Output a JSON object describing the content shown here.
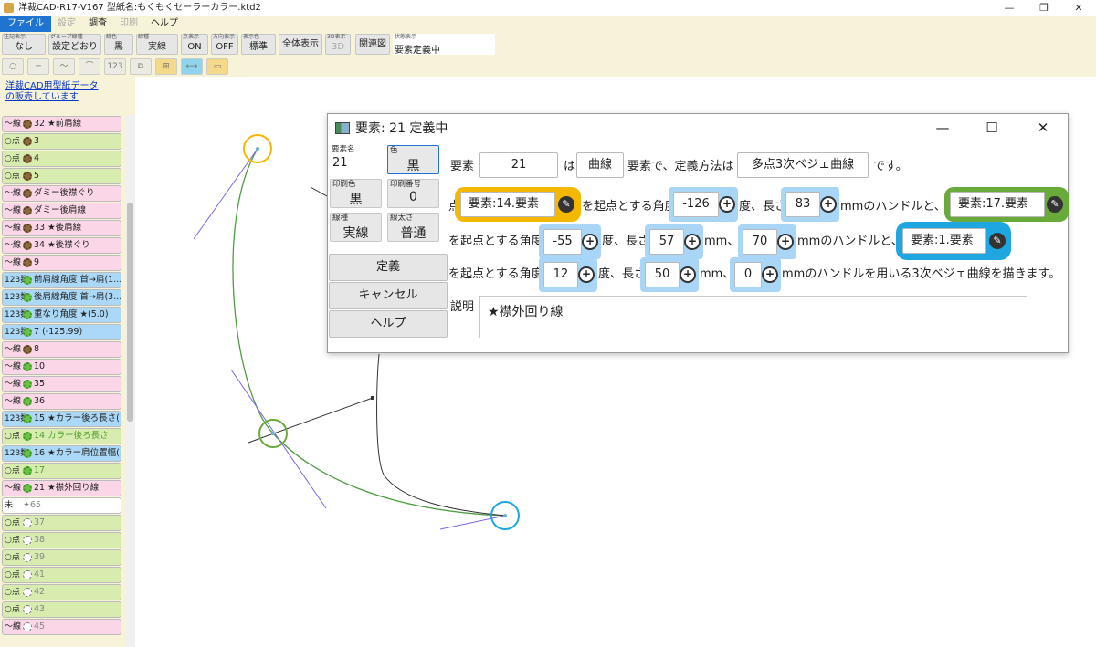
{
  "window": {
    "title": "洋裁CAD-R17-V167 型紙名:もくもくセーラーカラー.ktd2",
    "minimize": "—",
    "restore": "❐",
    "close": "✕"
  },
  "menu": {
    "file": "ファイル",
    "settings": "設定",
    "survey": "調査",
    "print": "印刷",
    "help": "ヘルプ"
  },
  "toolbar": [
    {
      "cap": "注記表示",
      "val": "なし"
    },
    {
      "cap": "グループ線種",
      "val": "設定どおり"
    },
    {
      "cap": "線色",
      "val": "黒"
    },
    {
      "cap": "線種",
      "val": "実線"
    },
    {
      "cap": "点表示",
      "val": "ON"
    },
    {
      "cap": "方向表示",
      "val": "OFF"
    },
    {
      "cap": "表示色",
      "val": "標準"
    },
    {
      "cap": "",
      "val": "全体表示"
    },
    {
      "cap": "3D表示",
      "val": "3D"
    },
    {
      "cap": "",
      "val": "関連図"
    }
  ],
  "status": {
    "cap": "状態表示",
    "val": "要素定義中"
  },
  "toolbar2": [
    "○",
    "─",
    "〜",
    "⌒",
    "123",
    "⧉",
    "⊞",
    "⟷",
    "▭"
  ],
  "ad": {
    "line1": "洋裁CAD用型紙データ",
    "line2": "の販売しています"
  },
  "elements": [
    {
      "kind": "〜線",
      "icon": "brown",
      "label": "32 ★前肩線",
      "type": "line"
    },
    {
      "kind": "○点",
      "icon": "brown",
      "label": "3",
      "type": "point"
    },
    {
      "kind": "○点",
      "icon": "brown",
      "label": "4",
      "type": "point"
    },
    {
      "kind": "○点",
      "icon": "brown",
      "label": "5",
      "type": "point"
    },
    {
      "kind": "〜線",
      "icon": "brown",
      "label": "ダミー後襟ぐり",
      "type": "line"
    },
    {
      "kind": "〜線",
      "icon": "brown",
      "label": "ダミー後肩線",
      "type": "line"
    },
    {
      "kind": "〜線",
      "icon": "brown",
      "label": "33 ★後肩線",
      "type": "line"
    },
    {
      "kind": "〜線",
      "icon": "brown",
      "label": "34 ★後襟ぐり",
      "type": "line"
    },
    {
      "kind": "〜線",
      "icon": "brown",
      "label": "9",
      "type": "line"
    },
    {
      "kind": "123数",
      "icon": "green",
      "label": "前肩線角度 首→肩(1...",
      "type": "num"
    },
    {
      "kind": "123数",
      "icon": "green",
      "label": "後肩線角度 首→肩(3...",
      "type": "num"
    },
    {
      "kind": "123数",
      "icon": "green",
      "label": "重なり角度 ★(5.0)",
      "type": "num"
    },
    {
      "kind": "123数",
      "icon": "green",
      "label": "7 (-125.99)",
      "type": "num"
    },
    {
      "kind": "〜線",
      "icon": "brown",
      "label": "8",
      "type": "line"
    },
    {
      "kind": "〜線",
      "icon": "green",
      "label": "10",
      "type": "line"
    },
    {
      "kind": "〜線",
      "icon": "green",
      "label": "35",
      "type": "line"
    },
    {
      "kind": "〜線",
      "icon": "green",
      "label": "36",
      "type": "line"
    },
    {
      "kind": "123数",
      "icon": "green",
      "label": "15 ★カラー後ろ長さ(1...",
      "type": "num"
    },
    {
      "kind": "○点",
      "icon": "green",
      "label": "14 カラー後ろ長さ",
      "type": "point",
      "lblcolor": "greent"
    },
    {
      "kind": "123数",
      "icon": "green",
      "label": "16 ★カラー肩位置幅(...",
      "type": "num"
    },
    {
      "kind": "○点",
      "icon": "green",
      "label": "17",
      "type": "point",
      "lblcolor": "greent"
    },
    {
      "kind": "〜線",
      "icon": "green",
      "label": "21 ★襟外回り線",
      "type": "line"
    },
    {
      "kind": "未",
      "icon": "",
      "label": "✦65",
      "type": "other",
      "lblcolor": "greyt"
    },
    {
      "kind": "○点",
      "icon": "grey",
      "label": "37",
      "type": "point",
      "lblcolor": "greyt"
    },
    {
      "kind": "○点",
      "icon": "grey",
      "label": "38",
      "type": "point",
      "lblcolor": "greyt"
    },
    {
      "kind": "○点",
      "icon": "grey",
      "label": "39",
      "type": "point",
      "lblcolor": "greyt"
    },
    {
      "kind": "○点",
      "icon": "grey",
      "label": "41",
      "type": "point",
      "lblcolor": "greyt"
    },
    {
      "kind": "○点",
      "icon": "grey",
      "label": "42",
      "type": "point",
      "lblcolor": "greyt"
    },
    {
      "kind": "○点",
      "icon": "grey",
      "label": "43",
      "type": "point",
      "lblcolor": "greyt"
    },
    {
      "kind": "〜線",
      "icon": "grey",
      "label": "45",
      "type": "line",
      "lblcolor": "greyt"
    }
  ],
  "dialog": {
    "title": "要素: 21 定義中",
    "name_cap": "要素名",
    "name_val": "21",
    "color_cap": "色",
    "color_val": "黒",
    "pcolor_cap": "印刷色",
    "pcolor_val": "黒",
    "pnum_cap": "印刷番号",
    "pnum_val": "0",
    "ltype_cap": "線種",
    "ltype_val": "実線",
    "lwidth_cap": "線太さ",
    "lwidth_val": "普通",
    "btn_define": "定義",
    "btn_cancel": "キャンセル",
    "btn_help": "ヘルプ",
    "t_elem": "要素",
    "elem_no": "21",
    "t_wa": "は",
    "elem_type": "曲線",
    "t_mid": "要素で、定義方法は",
    "method": "多点3次ベジェ曲線",
    "t_desu": "です。",
    "t_ten1": "点",
    "ref1": "要素:14.要素",
    "t_r1a": "を起点とする角度",
    "ang1": "-126",
    "t_r1b": "度、長さ",
    "len1": "83",
    "t_r1c": "mmのハンドルと、点",
    "ref2": "要素:17.要素",
    "t_r2a": "を起点とする角度",
    "ang2": "-55",
    "t_r2b": "度、長さ",
    "len2a": "57",
    "t_r2c": "mm、",
    "len2b": "70",
    "t_r2d": "mmのハンドルと、点",
    "ref3": "要素:1.要素",
    "t_r3a": "を起点とする角度",
    "ang3": "12",
    "t_r3b": "度、長さ",
    "len3a": "50",
    "t_r3c": "mm、",
    "len3b": "0",
    "t_r3d": "mmのハンドルを用いる3次ベジェ曲線を描きます。",
    "t_desc": "説明",
    "desc": "★襟外回り線"
  },
  "colors": {
    "menu_active": "#1e74d0",
    "panel": "#f7f3d8",
    "highlight_orange": "#f5b800",
    "highlight_green": "#6aaa3a",
    "highlight_blue": "#1da6e0",
    "field_blue": "#a9d6f7"
  }
}
